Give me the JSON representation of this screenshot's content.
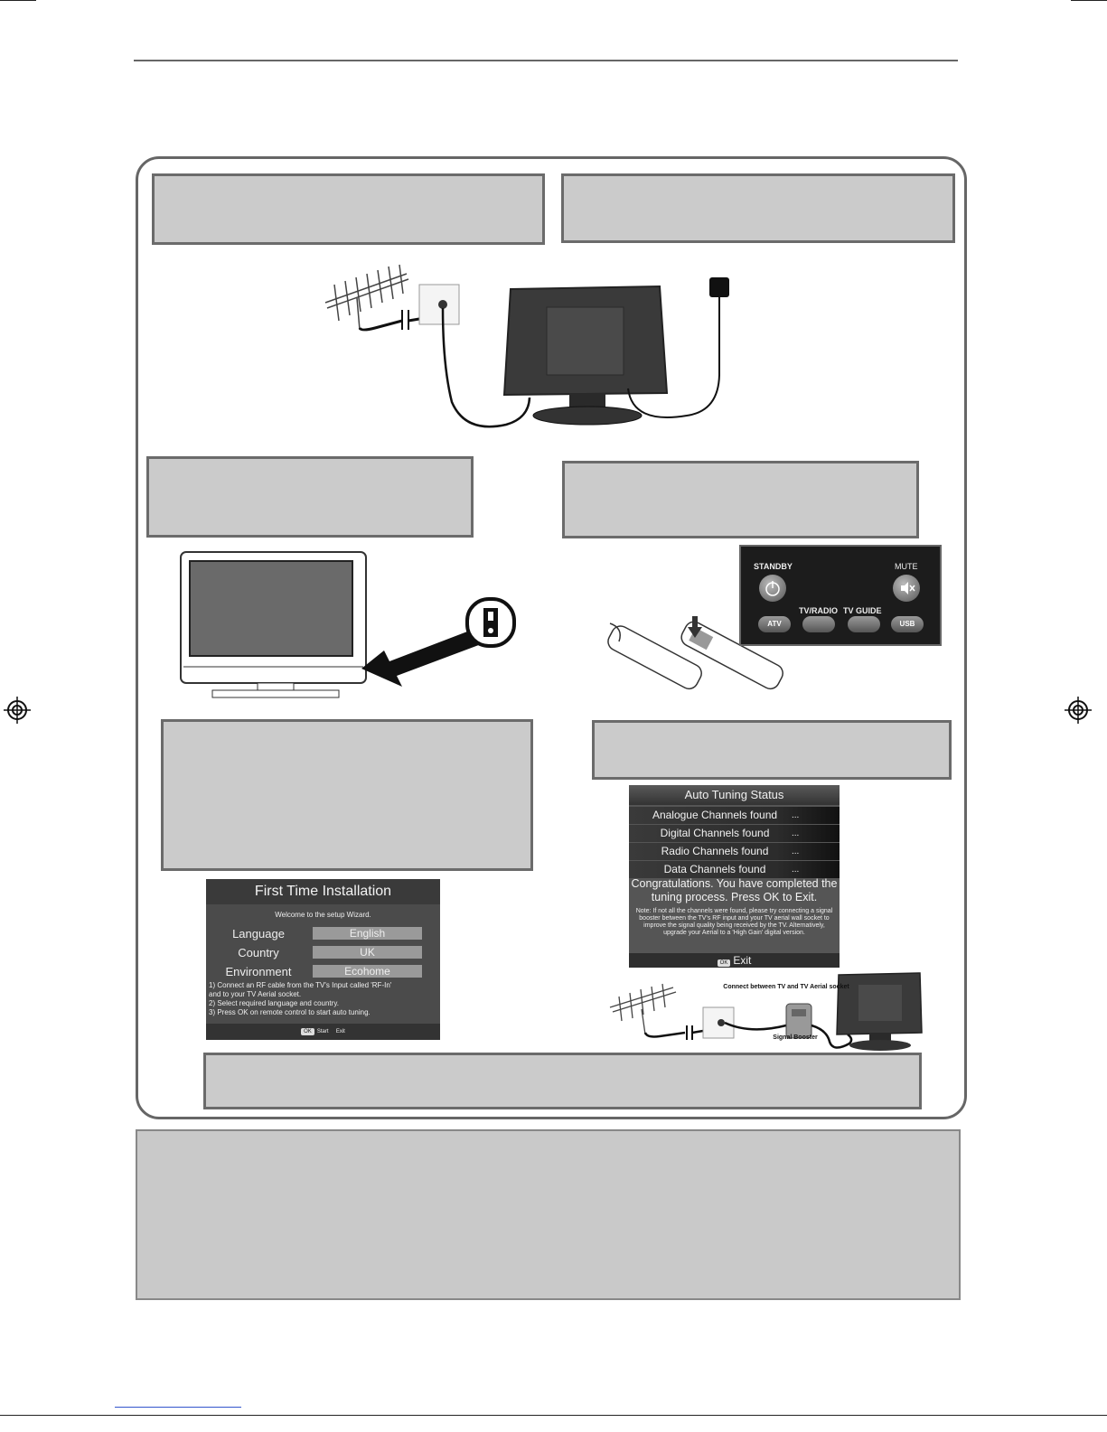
{
  "first_time_installation": {
    "title": "First Time Installation",
    "welcome": "Welcome to the setup Wizard.",
    "rows": [
      {
        "label": "Language",
        "value": "English"
      },
      {
        "label": "Country",
        "value": "UK"
      },
      {
        "label": "Environment",
        "value": "Ecohome"
      }
    ],
    "notes": [
      "1) Connect an RF cable from the TV's Input called 'RF-In'",
      "and to your TV Aerial socket.",
      "2) Select required language and country.",
      "3) Press OK on remote control to start auto tuning."
    ],
    "footer_key": "OK",
    "footer_start": "Start",
    "footer_exit": "Exit"
  },
  "auto_tuning": {
    "title": "Auto Tuning Status",
    "rows": [
      {
        "label": "Analogue  Channels found",
        "value": "..."
      },
      {
        "label": "Digital Channels found",
        "value": "..."
      },
      {
        "label": "Radio Channels found",
        "value": "..."
      },
      {
        "label": "Data Channels found",
        "value": "..."
      }
    ],
    "congrats": "Congratulations. You have completed the tuning process. Press OK to Exit.",
    "note": "Note: If not all the channels were found, please try connecting a signal booster between the TV's RF input and your TV aerial wall socket to improve the signal quality being received by the TV. Alternatively, upgrade your Aerial to a 'High Gain' digital version.",
    "footer_key": "OK",
    "footer_exit": "Exit"
  },
  "remote": {
    "standby": "STANDBY",
    "mute": "MUTE",
    "tv_radio": "TV/RADIO",
    "tv_guide": "TV GUIDE",
    "atv": "ATV",
    "usb": "USB"
  },
  "booster_diagram": {
    "connect_label": "Connect between TV and TV Aerial socket",
    "booster_label": "Signal Booster"
  },
  "colors": {
    "grey_box": "#cbcbcb",
    "frame": "#666666",
    "screen_bg": "#4b4b4b"
  }
}
